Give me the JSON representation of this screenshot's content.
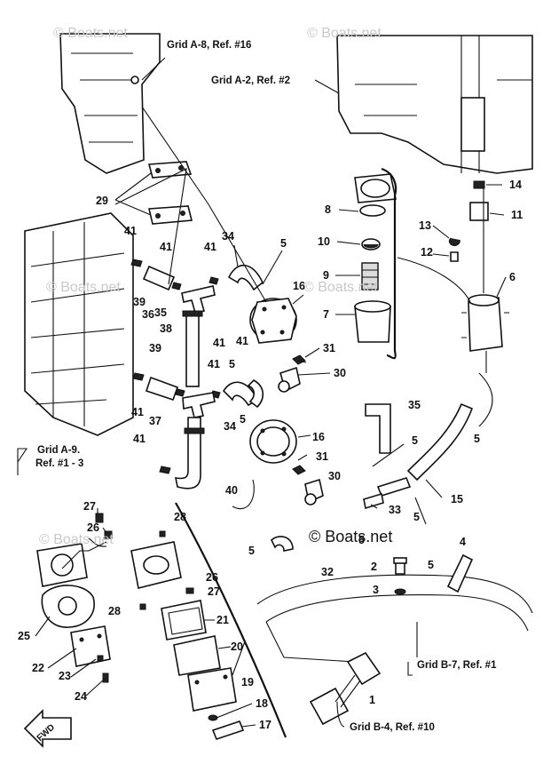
{
  "watermarks": {
    "top_left": "© Boats.net",
    "top_right": "© Boats.net",
    "mid_left": "© Boats.net",
    "mid_right": "© Boats.net",
    "center": "© Boats.net",
    "bottom_left": "© Boats.net"
  },
  "references": {
    "grid_a8": "Grid A-8, Ref. #16",
    "grid_a2": "Grid A-2, Ref. #2",
    "grid_a9_line1": "Grid A-9.",
    "grid_a9_line2": "Ref. #1 - 3",
    "grid_b7": "Grid B-7, Ref. #1",
    "grid_b4": "Grid B-4, Ref. #10"
  },
  "fwd_label": "FWD",
  "callouts": {
    "c1": "1",
    "c2": "2",
    "c3": "3",
    "c4": "4",
    "c5a": "5",
    "c5b": "5",
    "c5c": "5",
    "c5d": "5",
    "c5e": "5",
    "c5f": "5",
    "c5g": "5",
    "c5h": "5",
    "c5i": "5",
    "c6": "6",
    "c7": "7",
    "c8": "8",
    "c9": "9",
    "c10": "10",
    "c11": "11",
    "c12": "12",
    "c13": "13",
    "c14": "14",
    "c15": "15",
    "c16a": "16",
    "c16b": "16",
    "c17": "17",
    "c18": "18",
    "c19": "19",
    "c20": "20",
    "c21": "21",
    "c22": "22",
    "c23": "23",
    "c24": "24",
    "c25": "25",
    "c26a": "26",
    "c26b": "26",
    "c27a": "27",
    "c27b": "27",
    "c28a": "28",
    "c28b": "28",
    "c29": "29",
    "c30a": "30",
    "c30b": "30",
    "c31a": "31",
    "c31b": "31",
    "c32": "32",
    "c33": "33",
    "c34a": "34",
    "c34b": "34",
    "c35a": "35",
    "c35b": "35",
    "c36": "36",
    "c37": "37",
    "c38": "38",
    "c39a": "39",
    "c39b": "39",
    "c40": "40",
    "c41a": "41",
    "c41b": "41",
    "c41c": "41",
    "c41d": "41",
    "c41e": "41",
    "c41f": "41",
    "c41g": "41",
    "c41h": "41"
  }
}
